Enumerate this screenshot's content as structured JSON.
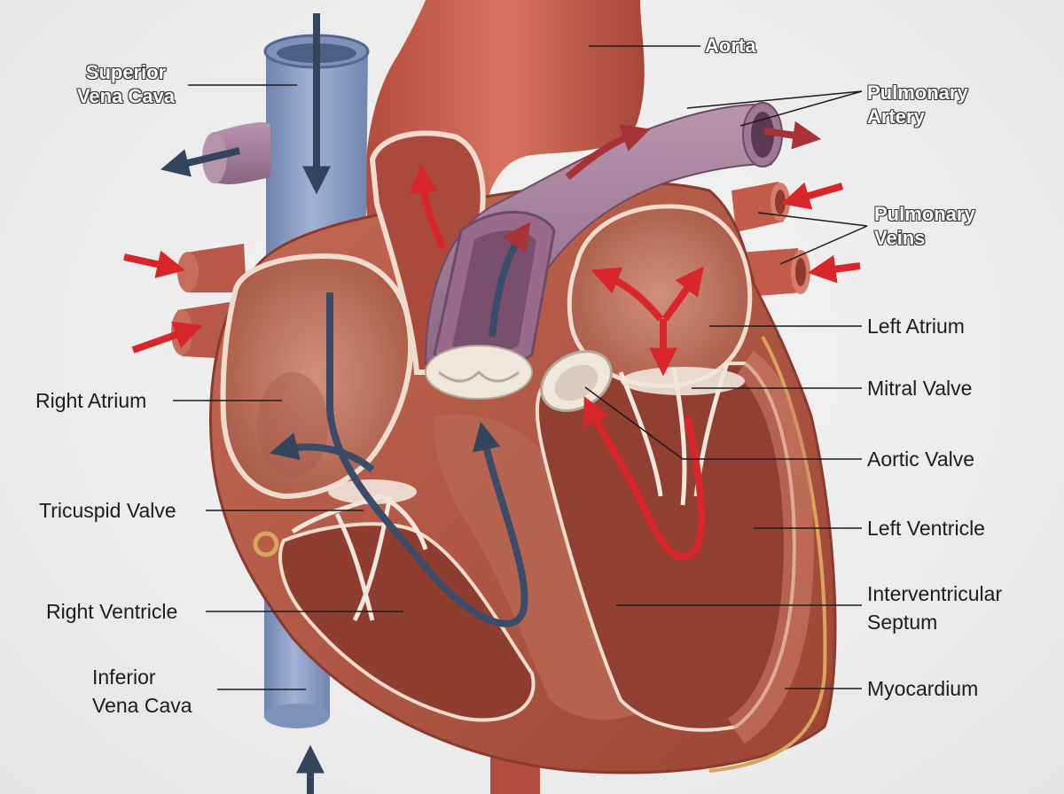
{
  "labels": {
    "superior_vena_cava": [
      "Superior",
      "Vena Cava"
    ],
    "aorta": "Aorta",
    "pulmonary_artery": [
      "Pulmonary",
      "Artery"
    ],
    "pulmonary_veins": [
      "Pulmonary",
      "Veins"
    ],
    "left_atrium": "Left Atrium",
    "mitral_valve": "Mitral Valve",
    "aortic_valve": "Aortic Valve",
    "left_ventricle": "Left Ventricle",
    "interventricular_septum": [
      "Interventricular",
      "Septum"
    ],
    "myocardium": "Myocardium",
    "right_atrium": "Right Atrium",
    "tricuspid_valve": "Tricuspid Valve",
    "right_ventricle": "Right Ventricle",
    "inferior_vena_cava": [
      "Inferior",
      "Vena Cava"
    ]
  },
  "colors": {
    "deoxygenated_vessel": "#8d9fc6",
    "oxygenated_vessel": "#c4584a",
    "myocardium": "#b45a47",
    "oxygenated_flow_arrow": "#d8262a",
    "deoxygenated_flow_arrow": "#33445f",
    "valve": "#efe6dc",
    "label_text": "#1c1c1c",
    "background": "#eeeeee"
  }
}
